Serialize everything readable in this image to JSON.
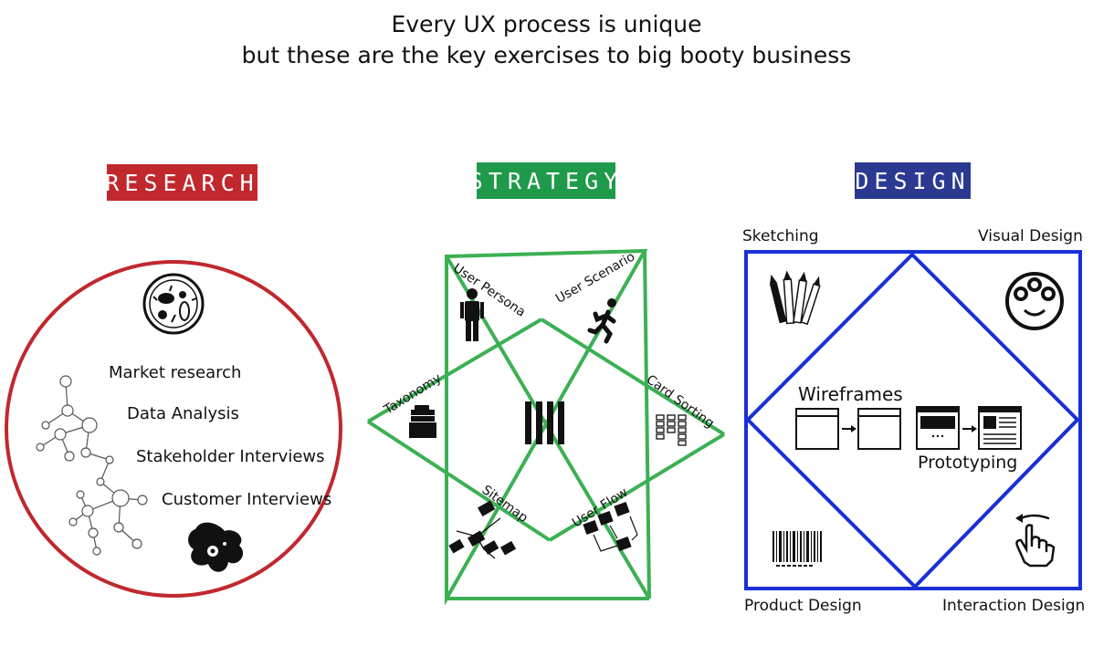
{
  "title": {
    "line1": "Every UX process is unique",
    "line2": "but these are the key exercises to big booty business"
  },
  "colors": {
    "research": "#c0282e",
    "strategy": "#1f9a4a",
    "design": "#2b3990",
    "design_stroke": "#1a2fd6",
    "strategy_stroke": "#3cb054",
    "research_stroke": "#c0282e"
  },
  "research": {
    "badge": "RESEARCH",
    "items": [
      "Market research",
      "Data Analysis",
      "Stakeholder Interviews",
      "Customer Interviews"
    ],
    "icons": [
      "petri-dish-icon",
      "network-graph-icon",
      "amoeba-icon"
    ]
  },
  "strategy": {
    "badge": "STRATEGY",
    "points": {
      "user_persona": "User Persona",
      "user_scenario": "User Scenario",
      "taxonomy": "Taxonomy",
      "card_sorting": "Card Sorting",
      "sitemap": "Sitemap",
      "user_flow": "User Flow"
    },
    "icons": [
      "person-icon",
      "running-person-icon",
      "folders-icon",
      "cards-icon",
      "sitemap-icon",
      "flowchart-icon",
      "bars-icon"
    ]
  },
  "design": {
    "badge": "DESIGN",
    "corners": {
      "sketching": "Sketching",
      "visual_design": "Visual Design",
      "product_design": "Product Design",
      "interaction_design": "Interaction Design"
    },
    "center": {
      "wireframes": "Wireframes",
      "prototyping": "Prototyping"
    },
    "icons": [
      "pencils-icon",
      "palette-face-icon",
      "barcode-icon",
      "pointing-hand-icon",
      "wireframe-icon",
      "prototype-icon"
    ]
  }
}
